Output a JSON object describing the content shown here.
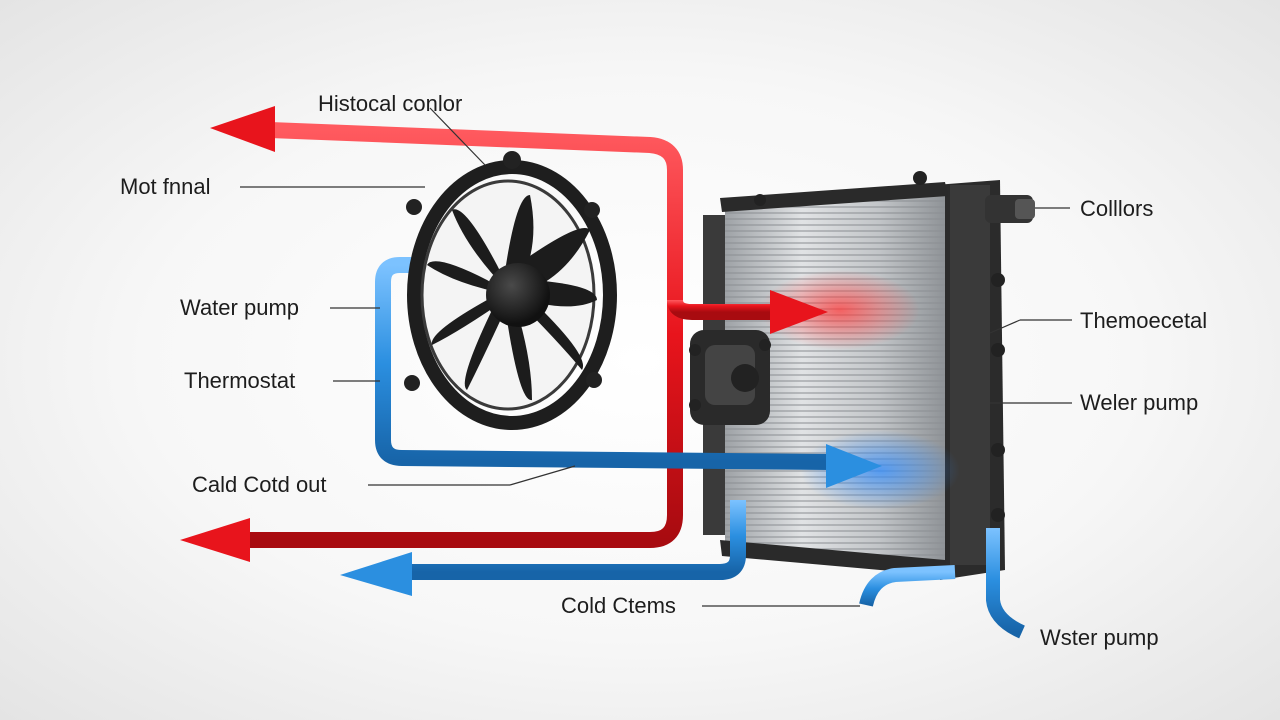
{
  "labels": {
    "historical_color": "Histocal conlor",
    "mot_final": "Mot fnnal",
    "water_pump_left": "Water pump",
    "thermostat_left": "Thermostat",
    "cold_out": "Cald Cotd out",
    "cold_stems": "Cold Ctems",
    "collors": "Colllors",
    "thermostat_right": "Themoecetal",
    "water_pump_right": "Weler pump",
    "water_pump_bottom": "Wster pump"
  },
  "colors": {
    "hot_flow": "#e8141c",
    "cold_flow": "#2b8fe0",
    "fan_body": "#1e1e1e",
    "radiator": "#b9bcc0"
  },
  "icons": {
    "fan": "cooling-fan-icon",
    "radiator": "radiator-icon",
    "pump": "water-pump-icon"
  }
}
